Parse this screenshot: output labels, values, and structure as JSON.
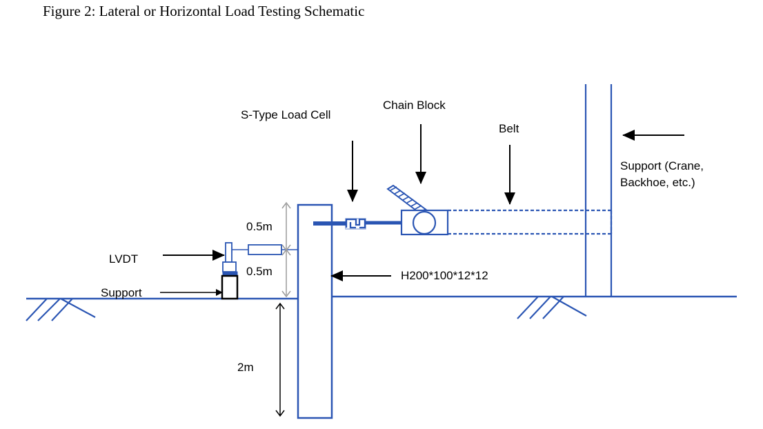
{
  "title": "Figure 2: Lateral or Horizontal Load Testing Schematic",
  "labels": {
    "load_cell": "S-Type Load Cell",
    "chain_block": "Chain Block",
    "belt": "Belt",
    "support_crane_line1": "Support (Crane,",
    "support_crane_line2": "Backhoe, etc.)",
    "lvdt": "LVDT",
    "support": "Support",
    "h_beam": "H200*100*12*12",
    "dim_upper": "0.5m",
    "dim_lower": "0.5m",
    "embed_depth": "2m"
  },
  "colors": {
    "structure": "#2a55b3",
    "dimension": "#9a9a9a",
    "arrow": "#000000"
  }
}
